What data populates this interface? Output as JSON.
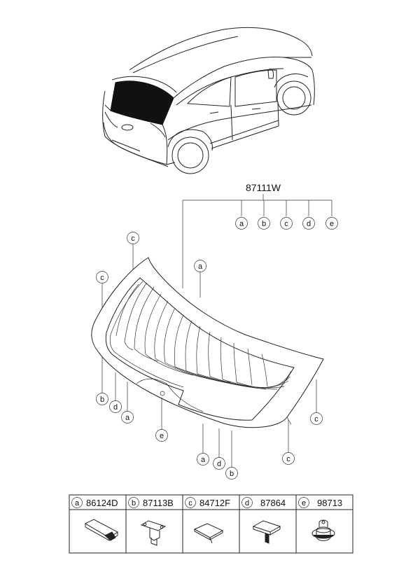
{
  "assembly": {
    "part_number": "87111W",
    "sub_letters": [
      "a",
      "b",
      "c",
      "d",
      "e"
    ]
  },
  "callouts": {
    "c_top": "c",
    "c_left": "c",
    "a_top": "a",
    "b_left": "b",
    "d_left": "d",
    "a_left": "a",
    "e_mid": "e",
    "a_bot": "a",
    "d_bot": "d",
    "b_bot": "b",
    "c_bot": "c",
    "c_right": "c"
  },
  "parts_table": [
    {
      "letter": "a",
      "part": "86124D",
      "icon": "moulding-strip-icon"
    },
    {
      "letter": "b",
      "part": "87113B",
      "icon": "bracket-clip-icon"
    },
    {
      "letter": "c",
      "part": "84712F",
      "icon": "pad-icon"
    },
    {
      "letter": "d",
      "part": "87864",
      "icon": "spacer-clip-icon"
    },
    {
      "letter": "e",
      "part": "98713",
      "icon": "grommet-icon"
    }
  ]
}
